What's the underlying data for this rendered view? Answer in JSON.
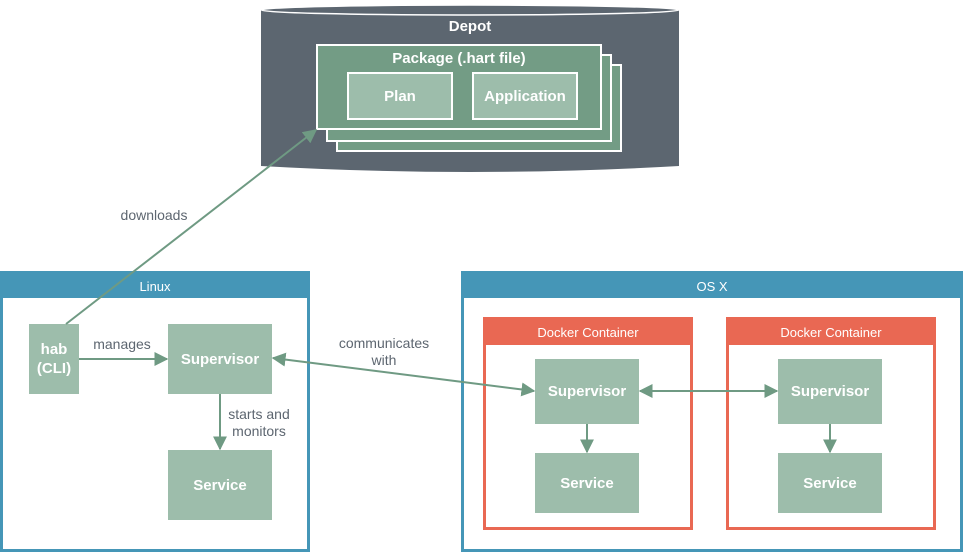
{
  "colors": {
    "depot": "#5c6670",
    "package": "#739c85",
    "node": "#9dbdab",
    "os_frame": "#4596b7",
    "docker_frame": "#e96853",
    "edge": "#6f9a83",
    "label_text": "#5d6670"
  },
  "depot": {
    "title": "Depot",
    "package": {
      "title": "Package (.hart file)",
      "items": [
        "Plan",
        "Application"
      ]
    }
  },
  "linux": {
    "title": "Linux",
    "hab": "hab\n(CLI)",
    "supervisor": "Supervisor",
    "service": "Service"
  },
  "osx": {
    "title": "OS X",
    "containers": [
      {
        "title": "Docker Container",
        "supervisor": "Supervisor",
        "service": "Service"
      },
      {
        "title": "Docker Container",
        "supervisor": "Supervisor",
        "service": "Service"
      }
    ]
  },
  "edges": {
    "downloads": "downloads",
    "manages": "manages",
    "starts_and_monitors": "starts and\nmonitors",
    "communicates_with": "communicates\nwith"
  }
}
